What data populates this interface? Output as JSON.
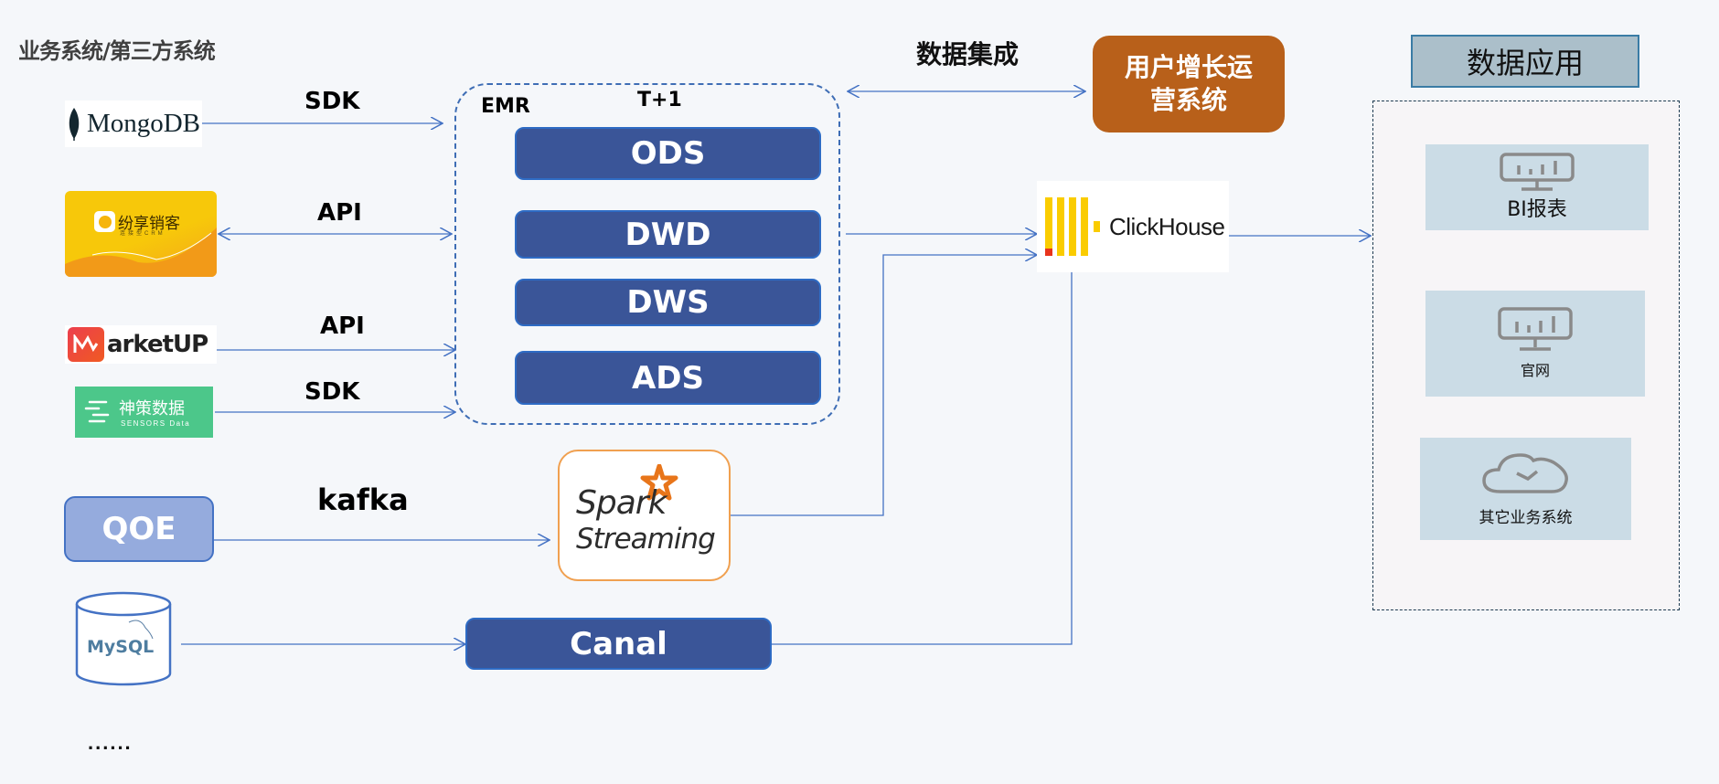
{
  "title": "业务系统/第三方系统",
  "sources": {
    "mongodb": "MongoDB",
    "fxiaoke": {
      "name": "纷享销客",
      "subtitle": "连接型CRM"
    },
    "marketup": "arketUP",
    "sensors": {
      "name": "神策数据",
      "subtitle": "SENSORS Data"
    },
    "qoe": "QOE",
    "mysql": "MySQL",
    "more": "......"
  },
  "edge_labels": {
    "mongodb": "SDK",
    "fxiaoke": "API",
    "marketup": "API",
    "sensors": "SDK",
    "qoe": "kafka",
    "integration": "数据集成"
  },
  "emr": {
    "label": "EMR",
    "schedule": "T+1",
    "layers": [
      "ODS",
      "DWD",
      "DWS",
      "ADS"
    ]
  },
  "spark": {
    "line1": "Spark",
    "line2": "Streaming"
  },
  "canal": "Canal",
  "clickhouse": "ClickHouse",
  "growth_system": {
    "line1": "用户增长运",
    "line2": "营系统"
  },
  "data_apps": {
    "header": "数据应用",
    "items": [
      {
        "label": "BI报表",
        "icon": "monitor-chart-icon"
      },
      {
        "label": "官网",
        "icon": "monitor-chart-icon"
      },
      {
        "label": "其它业务系统",
        "icon": "cloud-icon"
      }
    ]
  },
  "colors": {
    "layer_fill": "#3A5598",
    "arrow": "#4472C4",
    "growth_fill": "#B8601A",
    "qoe_fill": "#95ABDD",
    "app_header_fill": "#ABBFCA",
    "app_card_fill": "#CBDCE6"
  }
}
